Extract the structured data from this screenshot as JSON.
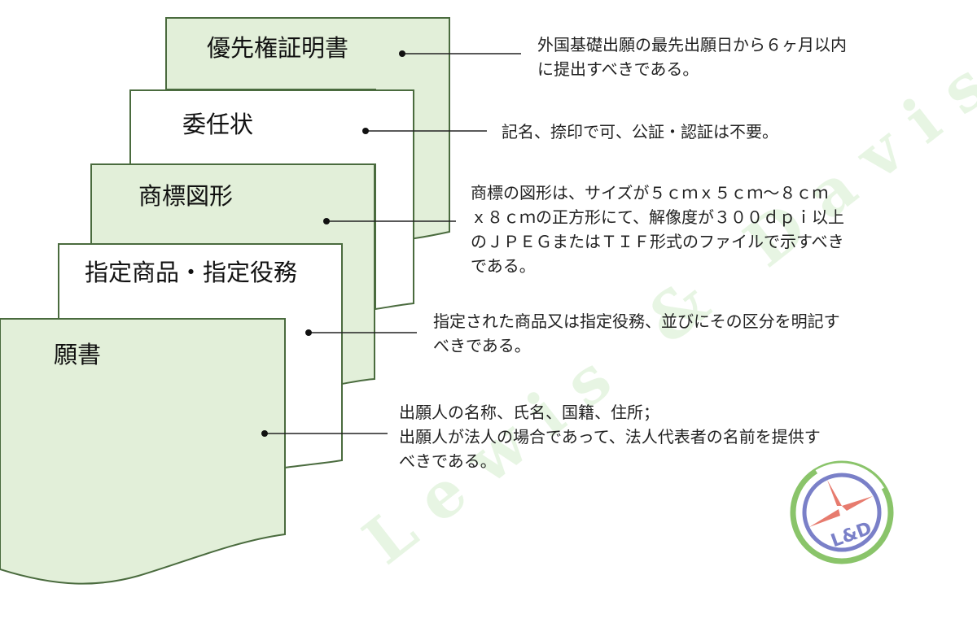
{
  "documents": [
    {
      "title": "優先権証明書",
      "note": [
        "外国基礎出願の最先出願日から６ヶ月以内",
        "に提出すべきである。"
      ]
    },
    {
      "title": "委任状",
      "note": [
        "記名、捺印で可、公証・認証は不要。"
      ]
    },
    {
      "title": "商標図形",
      "note": [
        "商標の図形は、サイズが５ｃｍｘ５ｃｍ～８ｃｍ",
        "ｘ８ｃｍの正方形にて、解像度が３００ｄｐｉ以上",
        "のＪＰＥＧまたはＴＩＦ形式のファイルで示すべき",
        "である。"
      ]
    },
    {
      "title": "指定商品・指定役務",
      "note": [
        "指定された商品又は指定役務、並びにその区分を明記す",
        "べきである。"
      ]
    },
    {
      "title": "願書",
      "note": [
        "出願人の名称、氏名、国籍、住所；",
        "出願人が法人の場合であって、法人代表者の名前を提供す",
        "べきである。"
      ]
    }
  ],
  "watermark": "Lewis & Davis",
  "logo": {
    "text": "L&D"
  },
  "colors": {
    "green_fill": "#e2efd9",
    "white_fill": "#ffffff",
    "stroke": "#4a6b3e",
    "line": "#222222",
    "logo_green": "#8ac46a",
    "logo_blue": "#7a80c8",
    "logo_red": "#e77b6e"
  }
}
